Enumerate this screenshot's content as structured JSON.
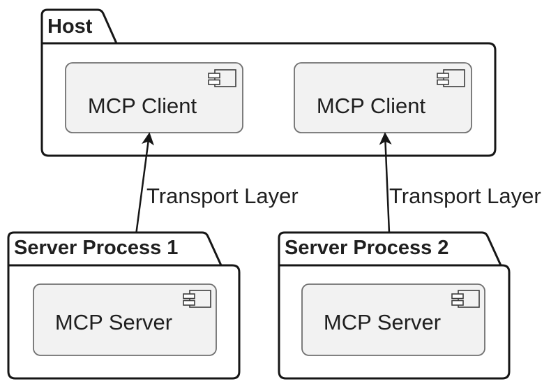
{
  "colors": {
    "background": "#ffffff",
    "package-fill": "#ffffff",
    "package-border": "#161616",
    "component-fill": "#f2f2f2",
    "component-border": "#707070",
    "icon-border": "#3d3d3d",
    "arrow-color": "#161616",
    "text-color": "#1f1f1f"
  },
  "icons": {
    "component": "uml-component-icon"
  },
  "diagram": {
    "host": {
      "title": "Host",
      "clients": [
        {
          "label": "MCP Client"
        },
        {
          "label": "MCP Client"
        }
      ]
    },
    "connections": [
      {
        "label": "Transport Layer",
        "style": "bidirectional-arrow"
      },
      {
        "label": "Transport Layer",
        "style": "bidirectional-arrow"
      }
    ],
    "servers": [
      {
        "title": "Server Process 1",
        "component": {
          "label": "MCP Server"
        }
      },
      {
        "title": "Server Process 2",
        "component": {
          "label": "MCP Server"
        }
      }
    ]
  }
}
